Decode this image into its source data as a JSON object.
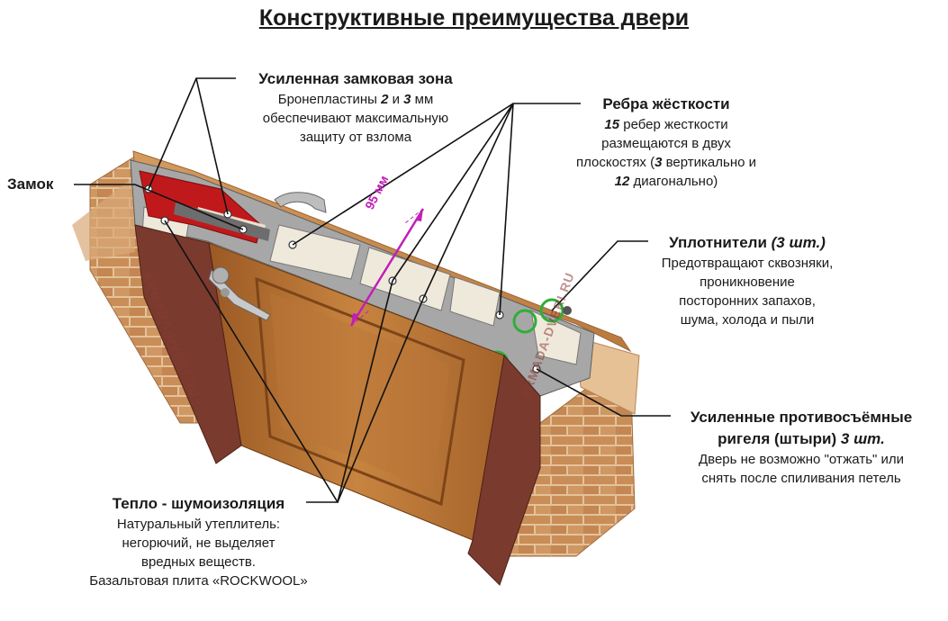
{
  "title": "Конструктивные преимущества двери",
  "labels": {
    "lock_zone": {
      "heading": "Усиленная замковая зона",
      "line1_a": "Бронепластины ",
      "line1_b": "2",
      "line1_c": " и ",
      "line1_d": "3",
      "line1_e": " мм",
      "line2": "обеспечивают максимальную",
      "line3": "защиту от взлома"
    },
    "ribs": {
      "heading": "Ребра жёсткости",
      "line1_a": "15",
      "line1_b": " ребер жесткости",
      "line2": "размещаются в двух",
      "line3_a": "плоскостях (",
      "line3_b": "3",
      "line3_c": " вертикально и",
      "line4_a": "12",
      "line4_b": " диагонально)"
    },
    "lock": {
      "heading": "Замок"
    },
    "seals": {
      "heading_a": "Уплотнители ",
      "heading_b": "(3 шт.)",
      "line1": "Предотвращают сквозняки,",
      "line2": "проникновение",
      "line3": "посторонних запахов,",
      "line4": "шума, холода и пыли"
    },
    "bolts": {
      "heading1": "Усиленные противосъёмные",
      "heading2_a": "ригеля (штыри) ",
      "heading2_b": "3 шт.",
      "line1": "Дверь не возможно \"отжать\" или",
      "line2": "снять после спиливания петель"
    },
    "insulation": {
      "heading": "Тепло - шумоизоляция",
      "line1": "Натуральный утеплитель:",
      "line2": "негорючий, не выделяет",
      "line3": "вредных веществ.",
      "line4": "Базальтовая плита «ROCKWOOL»"
    }
  },
  "dimension": "95 мм",
  "watermark": "ARMADA-DVERI.RU",
  "colors": {
    "brick": "#c9925a",
    "brick_light": "#e3b98a",
    "wood": "#b8733a",
    "wood_dark": "#8c4f21",
    "steel": "#9a9a9a",
    "steel_dark": "#6d6d6d",
    "armor_red": "#c0191b",
    "insulation": "#ece6d8",
    "frame_cover": "#7a3a2e",
    "seal_green": "#2fae3a",
    "dimension_magenta": "#c21fb8"
  }
}
